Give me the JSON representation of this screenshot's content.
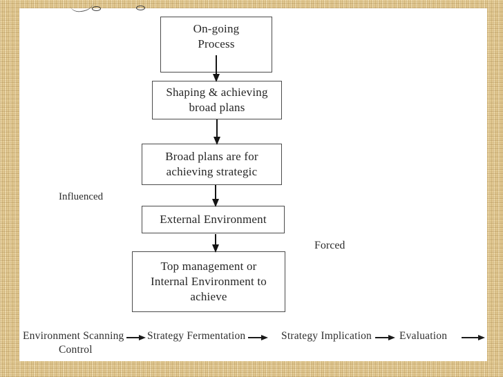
{
  "diagram": {
    "boxes": [
      {
        "name": "ongoing-process",
        "lines": [
          "On-going",
          "Process"
        ]
      },
      {
        "name": "shaping-achieving",
        "lines": [
          "Shaping & achieving",
          "broad plans"
        ]
      },
      {
        "name": "broad-plans",
        "lines": [
          "Broad plans are for",
          "achieving strategic"
        ]
      },
      {
        "name": "external-environment",
        "lines": [
          "External Environment"
        ]
      },
      {
        "name": "top-management",
        "lines": [
          "Top management or",
          "Internal Environment to",
          "achieve"
        ]
      }
    ],
    "side_labels": {
      "influenced": "Influenced",
      "forced": "Forced"
    },
    "bottom_flow": {
      "steps": [
        {
          "label": "Environment Scanning"
        },
        {
          "label": "Strategy Fermentation"
        },
        {
          "label": "Strategy Implication"
        },
        {
          "label": "Evaluation"
        }
      ],
      "control_label": "Control"
    },
    "colors": {
      "frame_tan": "#e5cd97",
      "canvas_white": "#ffffff",
      "box_border": "#4a4a4a",
      "text": "#262626",
      "arrow": "#141414"
    }
  }
}
